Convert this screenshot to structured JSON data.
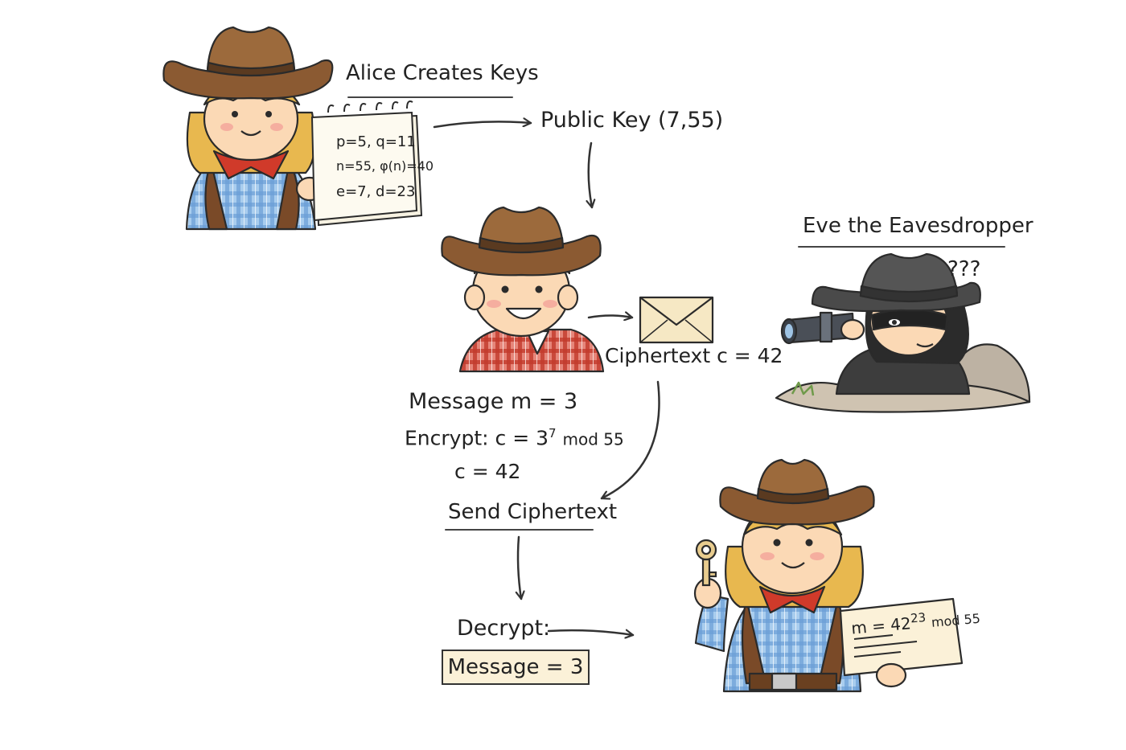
{
  "steps": {
    "alice_creates_keys": "Alice Creates Keys",
    "public_key": "Public Key (7,55)",
    "send_ciphertext": "Send Ciphertext",
    "decrypt": "Decrypt:",
    "result": "Message = 3"
  },
  "notebook": {
    "line1": "p=5, q=11",
    "line2": "n=55, φ(n)=40",
    "line3": "e=7, d=23"
  },
  "bob": {
    "ciphertext_label": "Ciphertext c = 42",
    "message": "Message m = 3",
    "encrypt_prefix": "Encrypt:",
    "encrypt_base": "c = 3",
    "encrypt_exp": "7",
    "encrypt_mod": "mod 55",
    "result": "c = 42"
  },
  "eve": {
    "title": "Eve the Eavesdropper",
    "thought": "???"
  },
  "alice_decrypt": {
    "paper_base": "m = 42",
    "paper_exp": "23",
    "paper_mod": "mod 55"
  },
  "colors": {
    "ink": "#222222",
    "hat": "#8b5a32",
    "hat_band": "#5a3a20",
    "hair_blonde": "#e8b84f",
    "hair_dark": "#3b2a1f",
    "skin": "#fbd9b5",
    "bandana": "#d03a2a",
    "plaid_blue": "#7fb0e0",
    "plaid_red": "#d2473a",
    "vest": "#7a4a28",
    "eve_dark": "#3d3d3d",
    "paper": "#fbf1d8",
    "envelope": "#f6e8c4"
  },
  "icons": [
    "envelope-icon",
    "key-icon",
    "telescope-icon",
    "notebook-icon"
  ]
}
